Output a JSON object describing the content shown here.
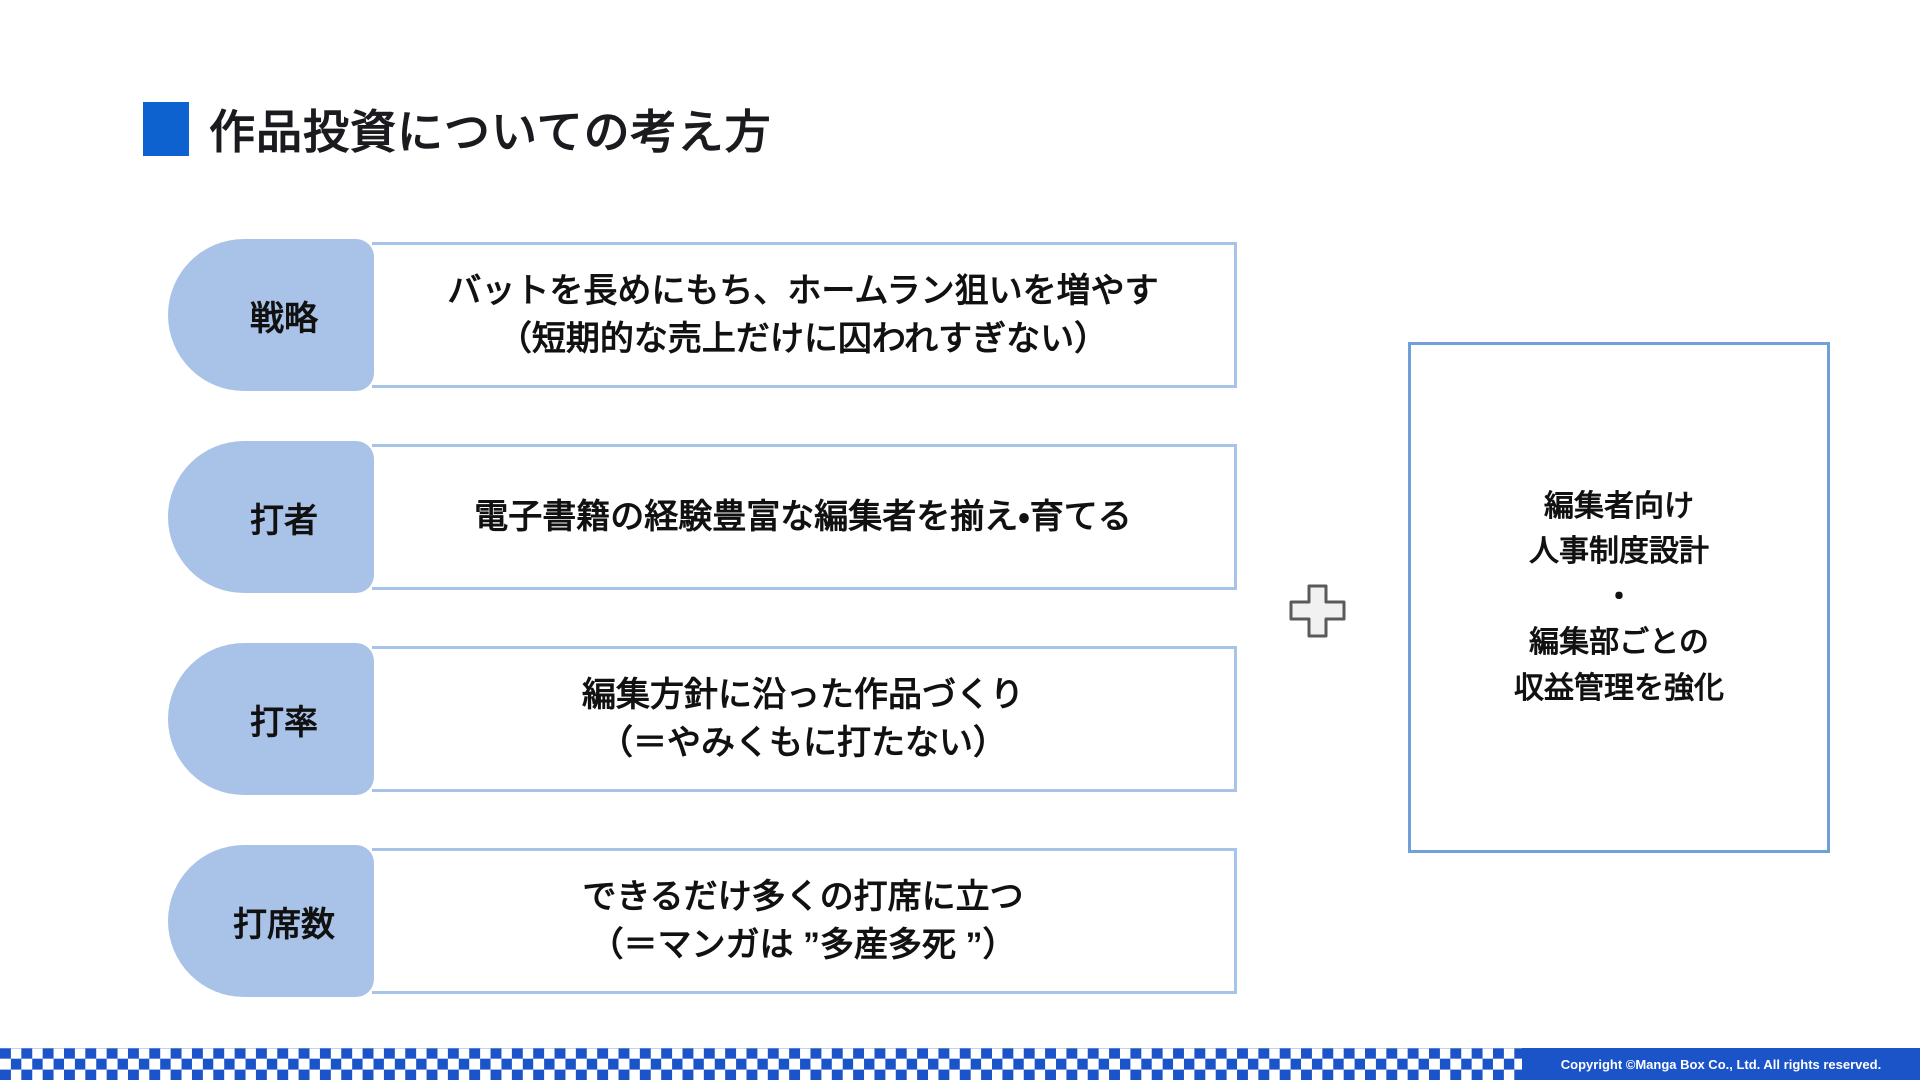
{
  "slide": {
    "title": "作品投資についての考え方",
    "rows": [
      {
        "label": "戦略",
        "lines": [
          "バットを長めにもち、ホームラン狙いを増やす",
          "（短期的な売上だけに囚われすぎない）"
        ]
      },
      {
        "label": "打者",
        "lines": [
          "電子書籍の経験豊富な編集者を揃え・育てる"
        ]
      },
      {
        "label": "打率",
        "lines": [
          "編集方針に沿った作品づくり",
          "（＝やみくもに打たない）"
        ]
      },
      {
        "label": "打席数",
        "lines": [
          "できるだけ多くの打席に立つ",
          "（＝マンガは ”多産多死 ”）"
        ]
      }
    ],
    "plus_icon": "plus-icon",
    "result_box": {
      "lines": [
        "編集者向け",
        "人事制度設計",
        "・",
        "編集部ごとの",
        "収益管理を強化"
      ]
    },
    "footer": {
      "copyright": "Copyright ©Manga Box Co., Ltd. All rights reserved."
    },
    "colors": {
      "title_square": "#0e62d0",
      "pill_fill": "#a9c3e8",
      "row_box_border": "#a5c4e8",
      "result_box_border": "#6fa0d8",
      "footer_blue": "#1b54c8",
      "plus_fill": "#f1f1f1",
      "plus_stroke": "#5a5a5a"
    }
  }
}
